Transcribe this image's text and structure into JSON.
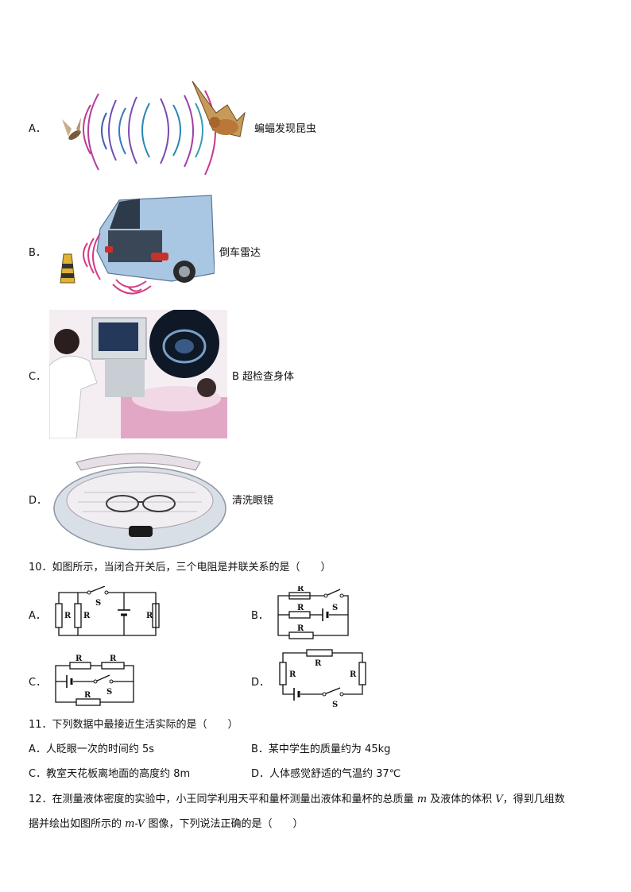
{
  "q9_options": [
    {
      "letter": "A．",
      "caption": "蝙蝠发现昆虫"
    },
    {
      "letter": "B．",
      "caption": "倒车雷达"
    },
    {
      "letter": "C．",
      "caption": "B 超检查身体"
    },
    {
      "letter": "D．",
      "caption": "清洗眼镜"
    }
  ],
  "q10": {
    "stem": "10．如图所示，当闭合开关后，三个电阻是并联关系的是（　　）",
    "options": [
      "A．",
      "B．",
      "C．",
      "D．"
    ],
    "circuit_labels": {
      "resistor": "R",
      "switch": "S"
    }
  },
  "q11": {
    "stem": "11．下列数据中最接近生活实际的是（　　）",
    "options": [
      "A．人眨眼一次的时间约 5s",
      "B．某中学生的质量约为 45kg",
      "C．教室天花板离地面的高度约 8m",
      "D．人体感觉舒适的气温约 37℃"
    ]
  },
  "q12": {
    "line1_a": "12．在测量液体密度的实验中，小王同学利用天平和量杯测量出液体和量杯的总质量",
    "m": "m",
    "line1_b": "及液体的体积",
    "V": "V",
    "line1_c": "，得到几组数",
    "line2_a": "据并绘出如图所示的",
    "mV": "m-V",
    "line2_b": "图像，下列说法正确的是（　　）"
  }
}
